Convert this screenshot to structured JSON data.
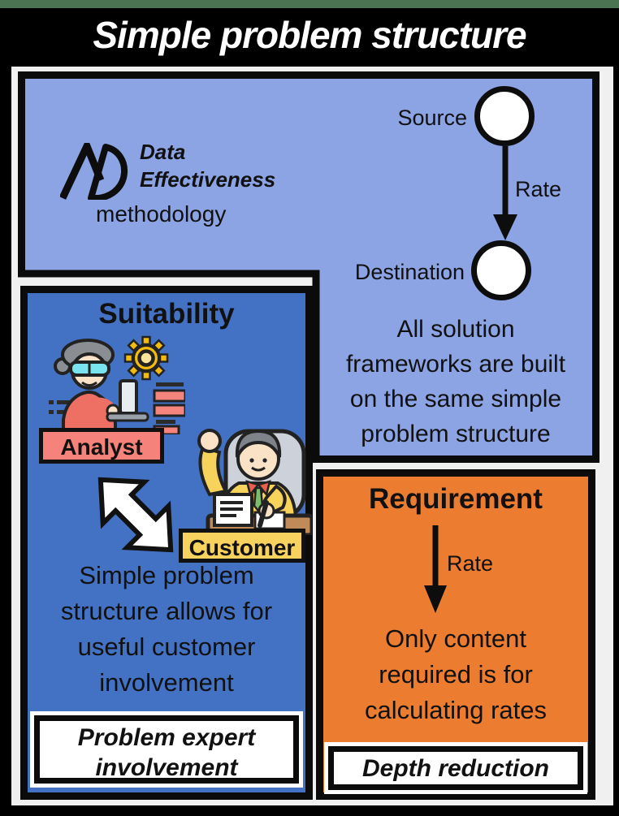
{
  "window": {
    "title": "Simple problem structure"
  },
  "colors": {
    "frame": "#000000",
    "green_strip": "#4a7452",
    "canvas": "#f0f0f0",
    "light_blue_panel": "#8ca3e4",
    "dark_blue_panel": "#4372c4",
    "orange_panel": "#ec7c30",
    "analyst_tag": "#f5837b",
    "customer_tag": "#f8d25e",
    "node_fill": "#ffffff",
    "text": "#111111"
  },
  "top_panel": {
    "logo": {
      "line1": "Data",
      "line2": "Effectiveness",
      "line3": "methodology",
      "icon": "ad-logo-icon"
    },
    "source_label": "Source",
    "rate_label": "Rate",
    "destination_label": "Destination",
    "caption": "All solution\nframeworks are built\non the same simple\nproblem structure"
  },
  "suitability_panel": {
    "heading": "Suitability",
    "analyst_label": "Analyst",
    "customer_label": "Customer",
    "body": "Simple problem\nstructure allows for\nuseful customer\ninvolvement",
    "footer": "Problem expert\ninvolvement"
  },
  "requirement_panel": {
    "heading": "Requirement",
    "rate_label": "Rate",
    "body": "Only content\nrequired is for\ncalculating rates",
    "footer": "Depth reduction"
  }
}
